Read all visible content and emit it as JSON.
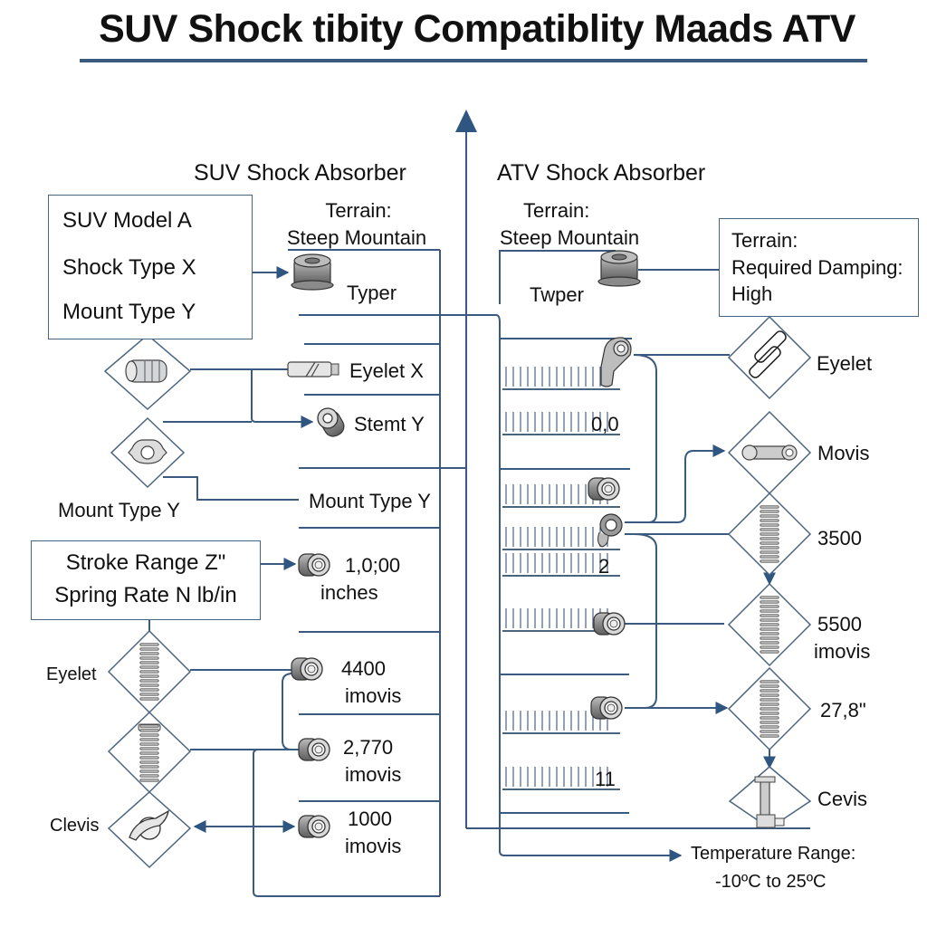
{
  "title": "SUV Shock tibity Compatiblity Maads ATV",
  "colors": {
    "line": "#3b5a7f",
    "diamond": "#4a6580",
    "accent": "#2f5581"
  },
  "suv": {
    "heading": "SUV Shock Absorber",
    "terrain_label": "Terrain:",
    "terrain_value": "Steep Mountain",
    "typer_label": "Typer",
    "model_box": [
      "SUV Model A",
      "Shock Type X",
      "Mount Type Y"
    ],
    "eyelet_x": "Eyelet X",
    "stemt_y": "Stemt Y",
    "mount_type_left": "Mount Type Y",
    "mount_type_right": "Mount Type Y",
    "stroke_box": [
      "Stroke Range Z\"",
      "Spring Rate N lb/in"
    ],
    "values": [
      {
        "value": "1,0;00",
        "unit": "inches",
        "icon": "bushing-icon"
      },
      {
        "value": "4400",
        "unit": "imovis",
        "icon": "bushing-icon"
      },
      {
        "value": "2,770",
        "unit": "imovis",
        "icon": "bushing-icon"
      },
      {
        "value": "1000",
        "unit": "imovis",
        "icon": "bushing-icon"
      }
    ],
    "diamonds": [
      {
        "icon": "bushing-sleeve-icon",
        "label": ""
      },
      {
        "icon": "mount-bracket-icon",
        "label": ""
      },
      {
        "icon": "coil-spring-icon",
        "label": "Eyelet"
      },
      {
        "icon": "threaded-spring-icon",
        "label": ""
      },
      {
        "icon": "clevis-hook-icon",
        "label": "Clevis"
      }
    ]
  },
  "atv": {
    "heading": "ATV Shock Absorber",
    "terrain_label": "Terrain:",
    "terrain_value": "Steep Mountain",
    "typer_label": "Twper",
    "info_box": [
      "Terrain:",
      "Required Damping:",
      "High"
    ],
    "scale_values": [
      "",
      "0,0",
      "",
      "",
      "2",
      "",
      "",
      "11"
    ],
    "diamonds": [
      {
        "icon": "eyelet-slots-icon",
        "label": "Eyelet"
      },
      {
        "icon": "rod-end-icon",
        "label": "Movis"
      },
      {
        "icon": "coil-spring-icon",
        "label": "3500"
      },
      {
        "icon": "coil-spring-icon",
        "label": "5500",
        "sub": "imovis"
      },
      {
        "icon": "coil-spring-icon",
        "label": "27,8\""
      },
      {
        "icon": "clevis-bracket-icon",
        "label": "Cevis"
      }
    ],
    "temperature_label": "Temperature Range:",
    "temperature_value": "-10ºC to 25ºC"
  }
}
